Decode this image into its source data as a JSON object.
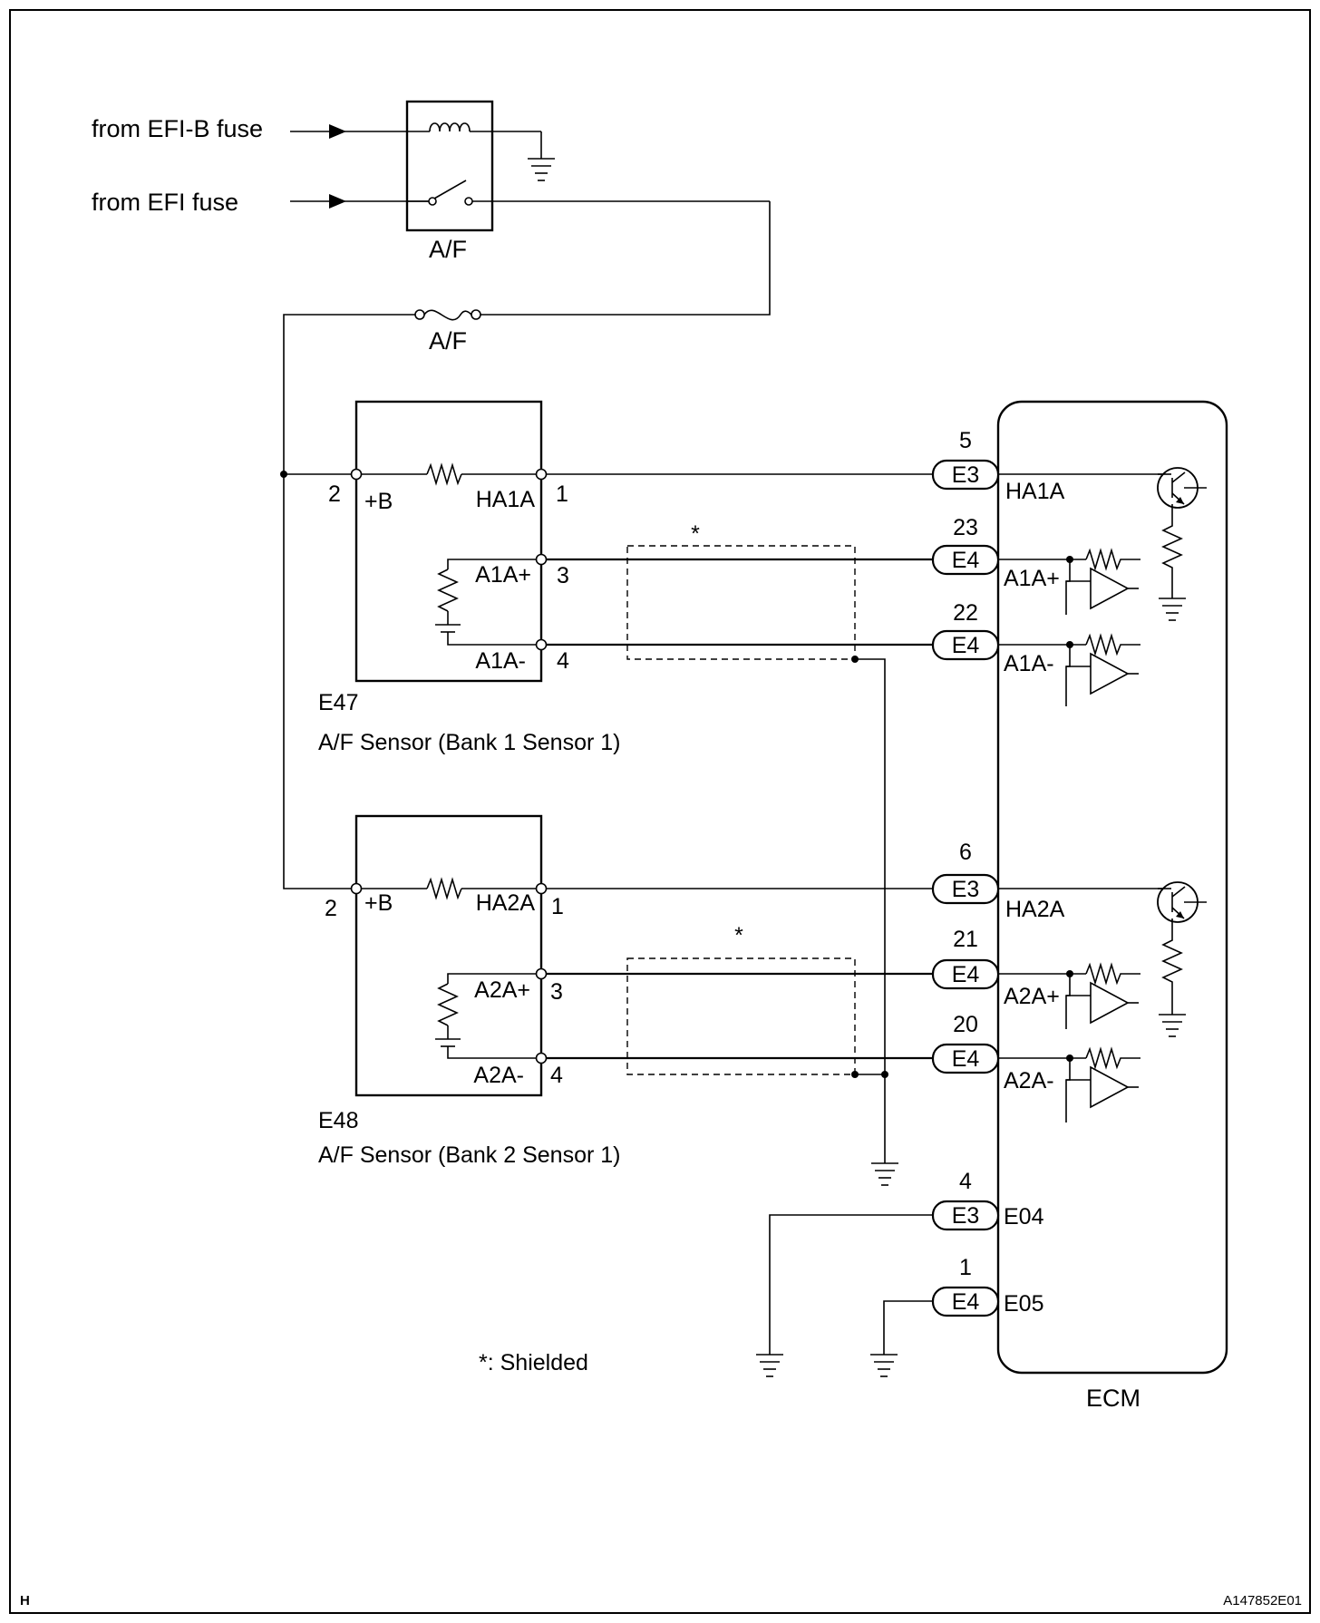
{
  "sources": {
    "efi_b": "from EFI-B fuse",
    "efi": "from EFI fuse"
  },
  "relay": {
    "label": "A/F"
  },
  "fuse": {
    "label": "A/F"
  },
  "sensor1": {
    "code": "E47",
    "name": "A/F Sensor (Bank 1 Sensor 1)",
    "pin_b": "2",
    "label_b": "+B",
    "label_heater": "HA1A",
    "pin_heater": "1",
    "label_plus": "A1A+",
    "pin_plus": "3",
    "label_minus": "A1A-",
    "pin_minus": "4"
  },
  "sensor2": {
    "code": "E48",
    "name": "A/F Sensor (Bank 2 Sensor 1)",
    "pin_b": "2",
    "label_b": "+B",
    "label_heater": "HA2A",
    "pin_heater": "1",
    "label_plus": "A2A+",
    "pin_plus": "3",
    "label_minus": "A2A-",
    "pin_minus": "4"
  },
  "shield_mark": "*",
  "ecm": {
    "label": "ECM",
    "connections": [
      {
        "pin": "5",
        "connector": "E3",
        "terminal": "HA1A"
      },
      {
        "pin": "23",
        "connector": "E4",
        "terminal": "A1A+"
      },
      {
        "pin": "22",
        "connector": "E4",
        "terminal": "A1A-"
      },
      {
        "pin": "6",
        "connector": "E3",
        "terminal": "HA2A"
      },
      {
        "pin": "21",
        "connector": "E4",
        "terminal": "A2A+"
      },
      {
        "pin": "20",
        "connector": "E4",
        "terminal": "A2A-"
      },
      {
        "pin": "4",
        "connector": "E3",
        "terminal": "E04"
      },
      {
        "pin": "1",
        "connector": "E4",
        "terminal": "E05"
      }
    ]
  },
  "legend": {
    "shielded": "*: Shielded"
  },
  "corner_left": "H",
  "figure_id": "A147852E01"
}
